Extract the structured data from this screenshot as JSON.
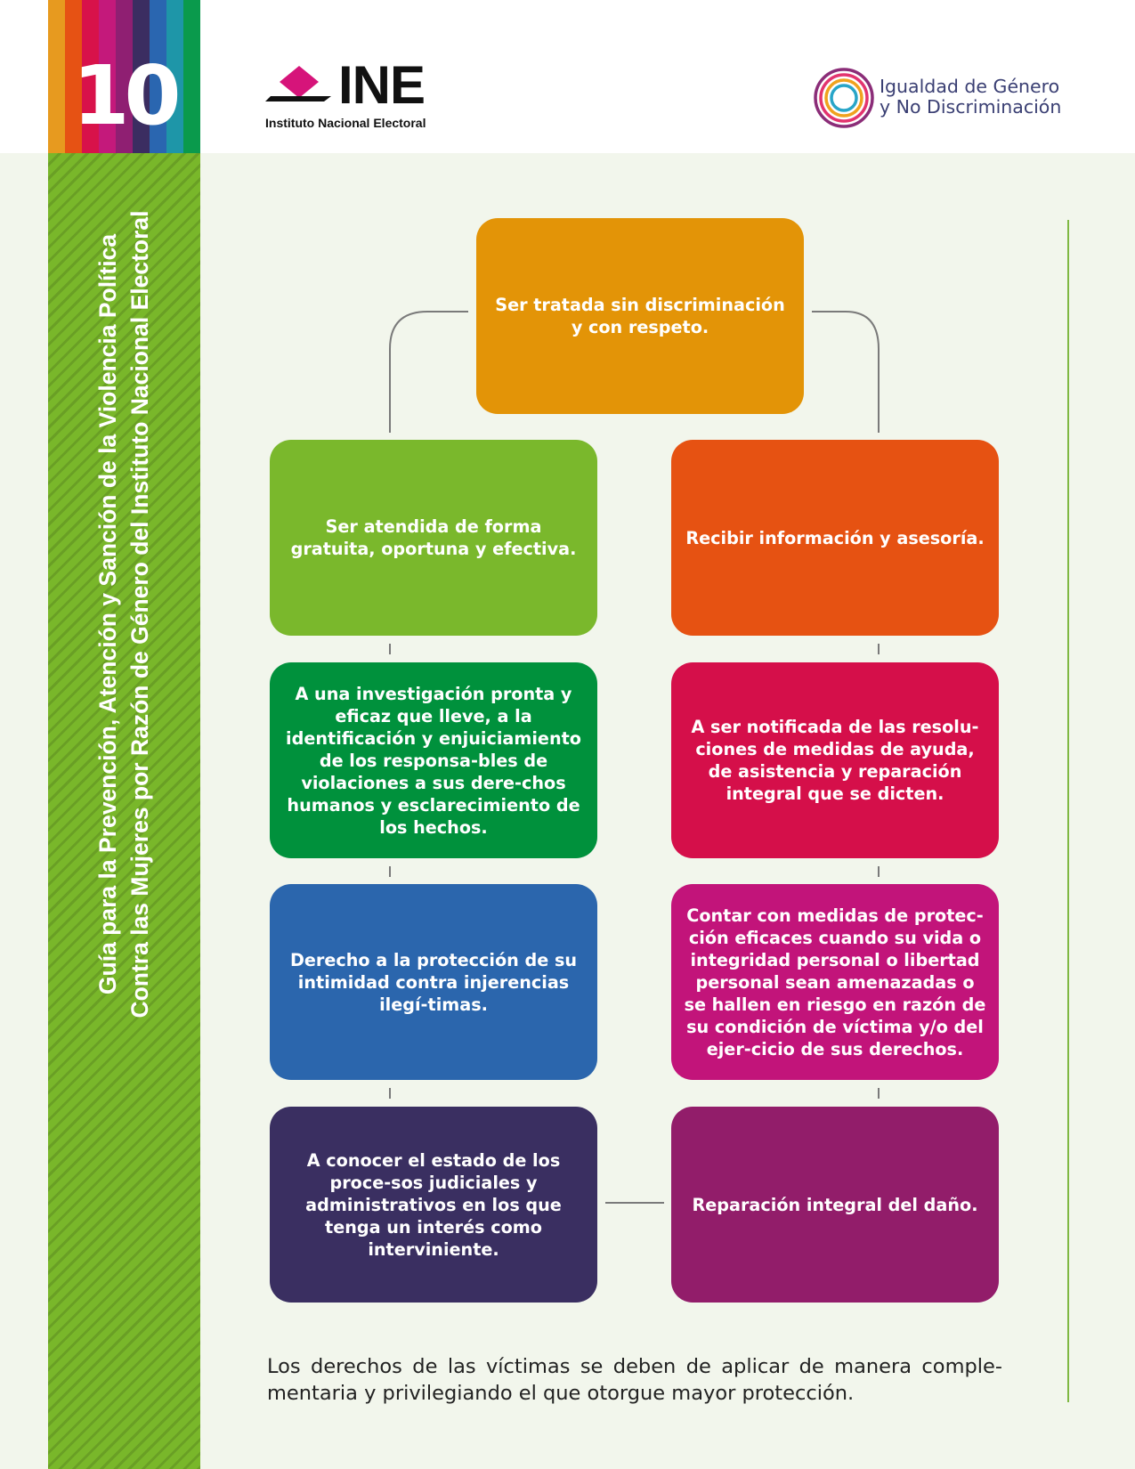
{
  "header": {
    "page_number": "10",
    "stripe_colors": [
      "#e79a1f",
      "#e65214",
      "#d8124a",
      "#c4197b",
      "#8f1f72",
      "#3b2d61",
      "#2a66b0",
      "#1e96a8",
      "#0a9a4c"
    ],
    "ine_wordmark": "INE",
    "ine_subtitle": "Instituto Nacional Electoral",
    "igualdad_line1": "Igualdad de Género",
    "igualdad_line2": "y No Discriminación"
  },
  "sidebar": {
    "title_line1": "Guía para la Prevención, Atención y Sanción de la Violencia Política",
    "title_line2": "Contra las Mujeres por Razón de Género del Instituto Nacional Electoral",
    "color": "#79b72a"
  },
  "diagram": {
    "boxes": [
      {
        "id": "top",
        "text": "Ser tratada sin discriminación y con respeto.",
        "color": "#e39407"
      },
      {
        "id": "left-1",
        "text": "Ser atendida de forma gratuita, oportuna y efectiva.",
        "color": "#7ab82c"
      },
      {
        "id": "right-1",
        "text": "Recibir información y asesoría.",
        "color": "#e65212"
      },
      {
        "id": "left-2",
        "text": "A una investigación pronta y eficaz que lleve, a la identificación y enjuiciamiento de los responsa-bles de violaciones a sus dere-chos humanos y esclarecimiento de los hechos.",
        "color": "#00913c"
      },
      {
        "id": "right-2",
        "text": "A ser notificada de las resolu-ciones de medidas de ayuda, de asistencia y reparación integral que se dicten.",
        "color": "#d50f4a"
      },
      {
        "id": "left-3",
        "text": "Derecho a la protección de su intimidad contra injerencias ilegí-timas.",
        "color": "#2b66ad"
      },
      {
        "id": "right-3",
        "text": "Contar con medidas de protec-ción eficaces cuando su vida o integridad personal o libertad personal sean amenazadas o se hallen en riesgo en razón de su condición de víctima y/o del ejer-cicio de sus derechos.",
        "color": "#c2147a"
      },
      {
        "id": "left-4",
        "text": "A conocer el estado de los proce-sos judiciales y administrativos en los que tenga un interés como interviniente.",
        "color": "#3a2f61"
      },
      {
        "id": "right-4",
        "text": "Reparación integral del daño.",
        "color": "#921d6a"
      }
    ]
  },
  "footer": {
    "note": "Los derechos de las víctimas se deben de aplicar de manera comple-mentaria y privilegiando el que otorgue mayor protección."
  }
}
